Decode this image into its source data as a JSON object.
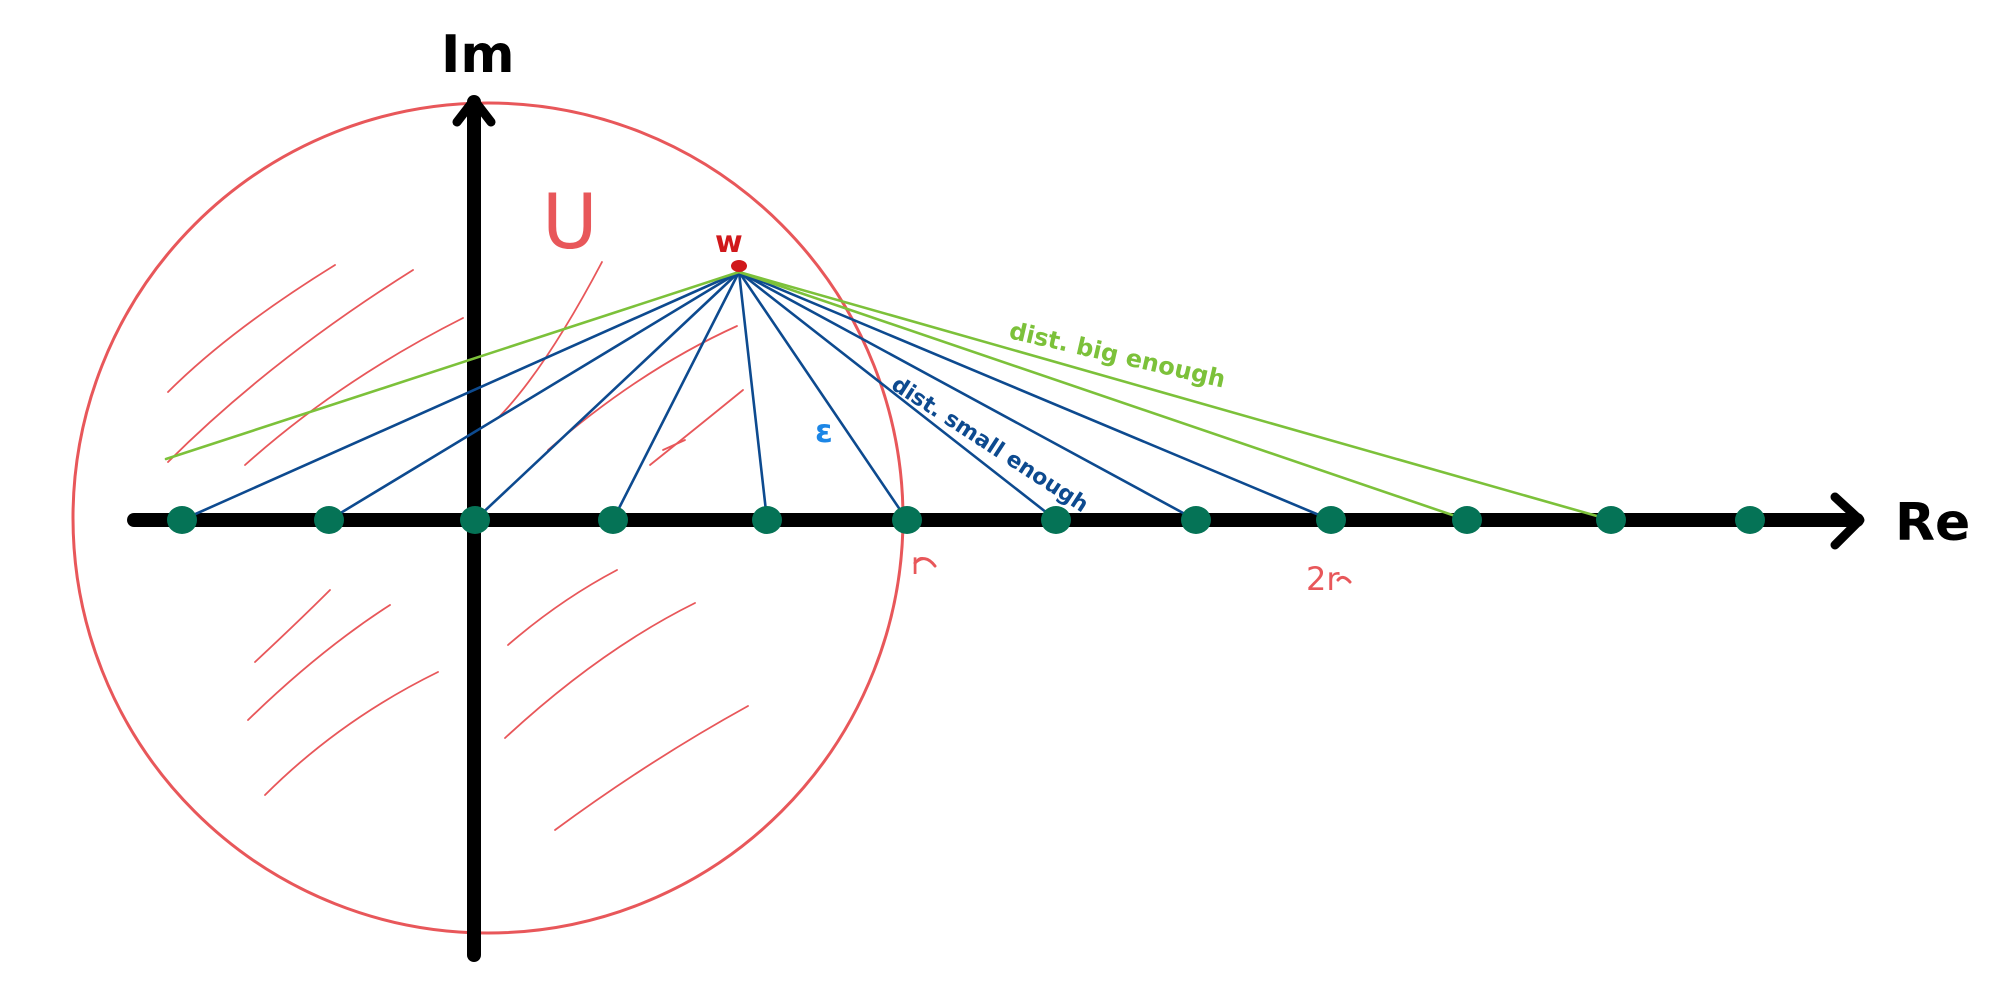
{
  "labels": {
    "imaginary_axis": "Im",
    "real_axis": "Re",
    "set": "U",
    "point": "w",
    "epsilon": "ε",
    "r_tick": "r",
    "two_r_tick": "2r",
    "near_annotation": "dist. small enough",
    "far_annotation": "dist. big enough"
  },
  "colors": {
    "axis": "#000000",
    "region": "#e8575a",
    "point_w": "#d0181b",
    "dots": "#057356",
    "near_lines": "#0d4a8f",
    "far_lines": "#7cc13a",
    "epsilon": "#1c86e6"
  }
}
